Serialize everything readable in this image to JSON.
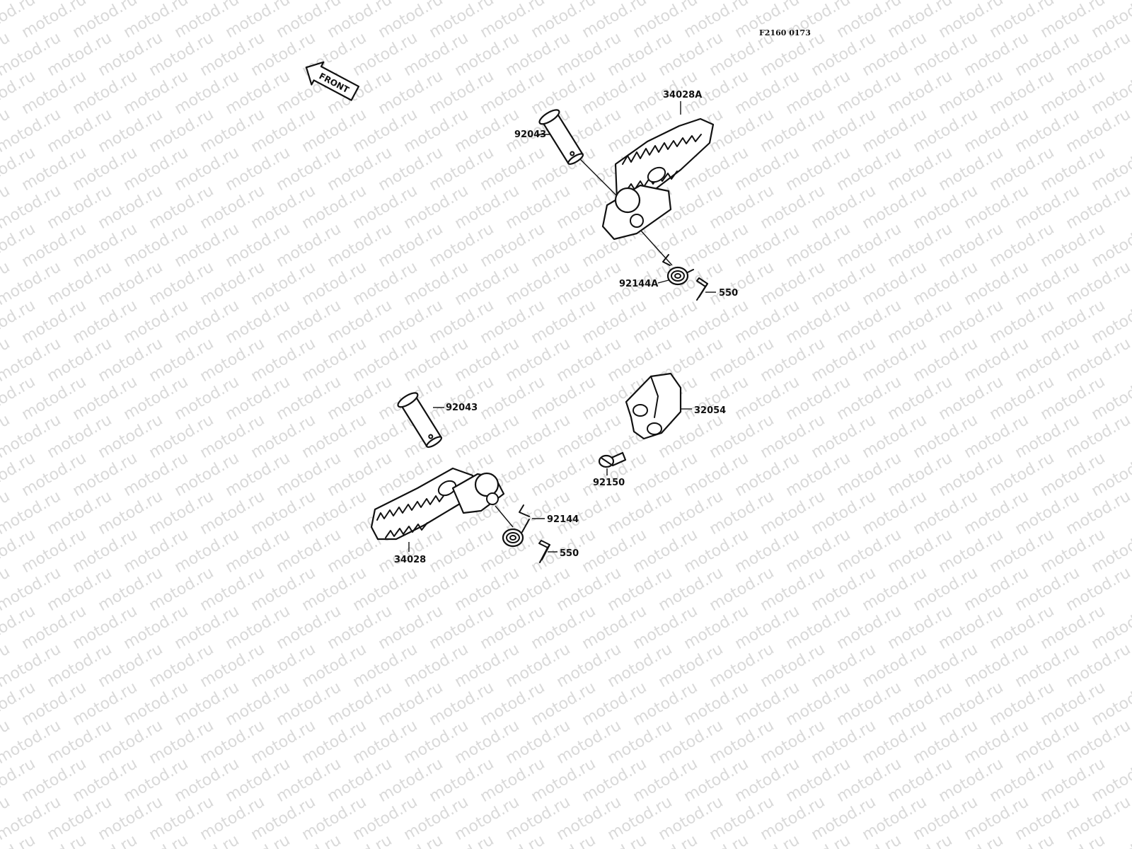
{
  "watermark": {
    "text": "motod.ru"
  },
  "reference_code": "F2160 0173",
  "front_arrow": {
    "text": "FRONT"
  },
  "parts": {
    "upper": {
      "peg": "34028A",
      "pin": "92043",
      "spring": "92144A",
      "cotter_pin": "550"
    },
    "lower": {
      "peg": "34028",
      "pin": "92043",
      "spring": "92144",
      "cotter_pin": "550",
      "bracket": "32054",
      "bolt": "92150"
    }
  },
  "colors": {
    "ink": "#111111",
    "watermark": "#d9d9d9",
    "background": "#ffffff"
  }
}
